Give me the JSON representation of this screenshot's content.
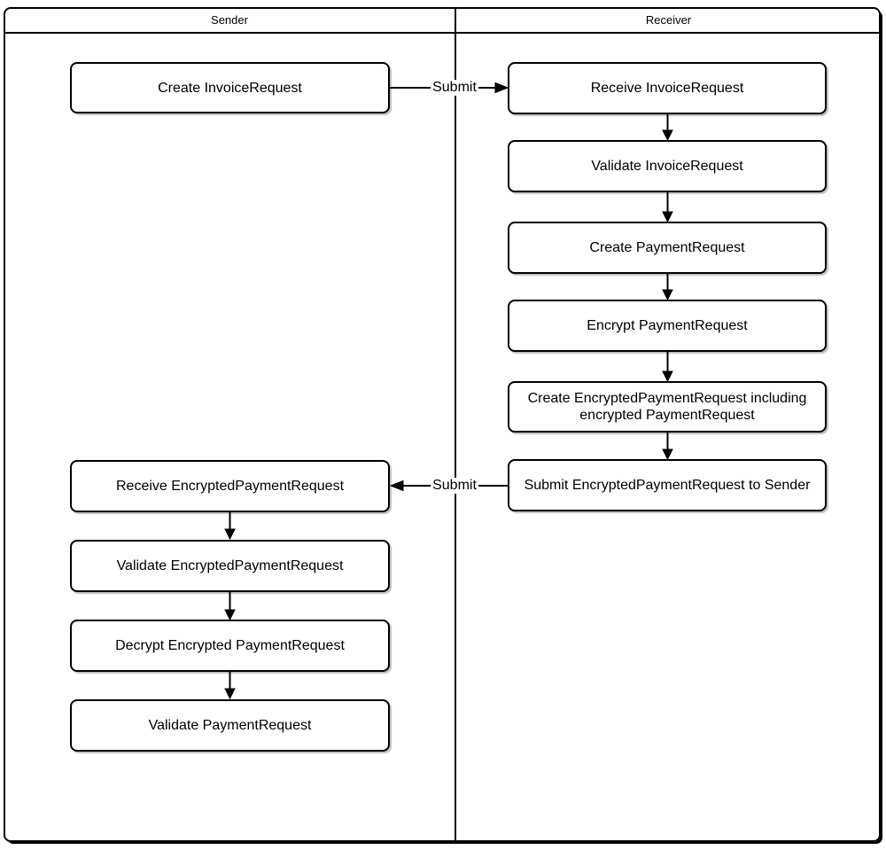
{
  "lanes": {
    "sender": {
      "title": "Sender",
      "nodes": [
        {
          "label": "Create InvoiceRequest"
        },
        {
          "label": "Receive EncryptedPaymentRequest"
        },
        {
          "label": "Validate EncryptedPaymentRequest"
        },
        {
          "label": "Decrypt Encrypted PaymentRequest"
        },
        {
          "label": "Validate PaymentRequest"
        }
      ]
    },
    "receiver": {
      "title": "Receiver",
      "nodes": [
        {
          "label": "Receive InvoiceRequest"
        },
        {
          "label": "Validate InvoiceRequest"
        },
        {
          "label": "Create PaymentRequest"
        },
        {
          "label": "Encrypt PaymentRequest"
        },
        {
          "label": "Create EncryptedPaymentRequest including encrypted PaymentRequest"
        },
        {
          "label": "Submit EncryptedPaymentRequest to Sender"
        }
      ]
    }
  },
  "connectors": {
    "invoice_submit": {
      "label": "Submit"
    },
    "payment_submit": {
      "label": "Submit"
    }
  },
  "colors": {
    "line": "#000000",
    "node_fill": "#ffffff",
    "background": "#ffffff"
  }
}
